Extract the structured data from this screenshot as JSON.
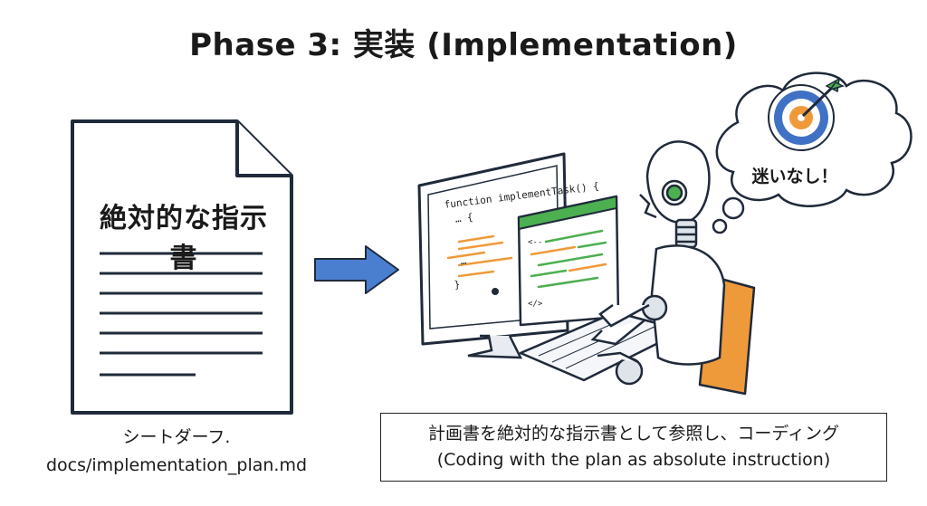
{
  "title": "Phase 3: 実装 (Implementation)",
  "document": {
    "heading": "絶対的な指示書",
    "caption_line1": "シートダーフ.",
    "caption_line2": "docs/implementation_plan.md"
  },
  "monitor": {
    "code_line": "function implementTask() {"
  },
  "thought": {
    "text": "迷いなし！"
  },
  "caption": {
    "line1": "計画書を絶対的な指示書として参照し、コーディング",
    "line2": "(Coding with the plan as absolute instruction)"
  },
  "colors": {
    "arrow": "#4a7fd0",
    "orange": "#ef9a3a",
    "green": "#4caf50",
    "blue_ring": "#3f72c4",
    "outline": "#1f2a3a"
  }
}
